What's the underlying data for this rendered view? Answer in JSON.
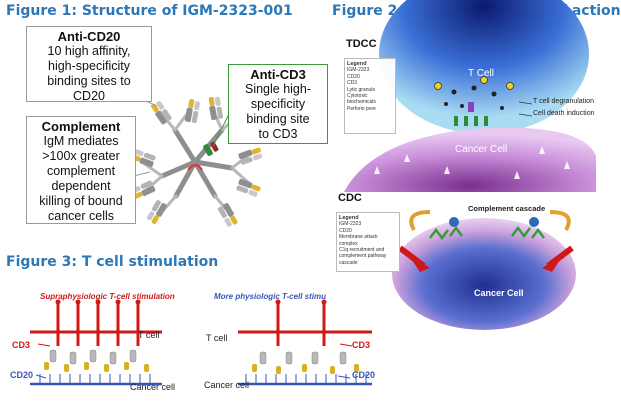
{
  "figures": {
    "fig1": {
      "title": "Figure 1: Structure of IGM-2323-001",
      "anti_cd20": {
        "heading": "Anti-CD20",
        "lines": [
          "10 high affinity,",
          "high-specificity",
          "binding sites to",
          "CD20"
        ]
      },
      "complement": {
        "heading": "Complement",
        "lines": [
          "IgM mediates",
          ">100x greater",
          "complement",
          "dependent",
          "killing of bound",
          "cancer cells"
        ]
      },
      "anti_cd3": {
        "heading": "Anti-CD3",
        "lines": [
          "Single high-",
          "specificity",
          "binding site",
          "to CD3"
        ]
      }
    },
    "fig2": {
      "title": "Figure 2: Dual mechanisms of action",
      "tdcc": {
        "label": "TDCC",
        "t_cell": "T Cell",
        "cancer_cell": "Cancer Cell",
        "annotations": [
          "T cell degranulation",
          "Cell death induction"
        ],
        "legend": {
          "title": "Legend",
          "items": [
            "IGM-2323",
            "CD20",
            "CD3",
            "Lytic granule",
            "Cytotoxic biochemicals",
            "Perforin pore"
          ]
        }
      },
      "cdc": {
        "label": "CDC",
        "cascade": "Complement cascade",
        "cancer_cell": "Cancer Cell",
        "legend": {
          "title": "Legend",
          "items": [
            "IGM-2323",
            "CD20",
            "Membrane attack complex",
            "C1q recruitment and complement pathway cascade"
          ]
        }
      }
    },
    "fig3": {
      "title": "Figure 3: T cell stimulation",
      "left": {
        "heading": "Supraphysiologic T-cell stimulation",
        "t_cell": "T cell",
        "cd3": "CD3",
        "cd20": "CD20",
        "cancer_cell": "Cancer cell"
      },
      "right": {
        "heading": "More physiologic T-cell stimu",
        "t_cell": "T cell",
        "cd3": "CD3",
        "cd20": "CD20",
        "cancer_cell": "Cancer cell"
      }
    }
  },
  "colors": {
    "title_blue": "#2b77b8",
    "green_border": "#3c9a3c",
    "red": "#d11a1a"
  }
}
